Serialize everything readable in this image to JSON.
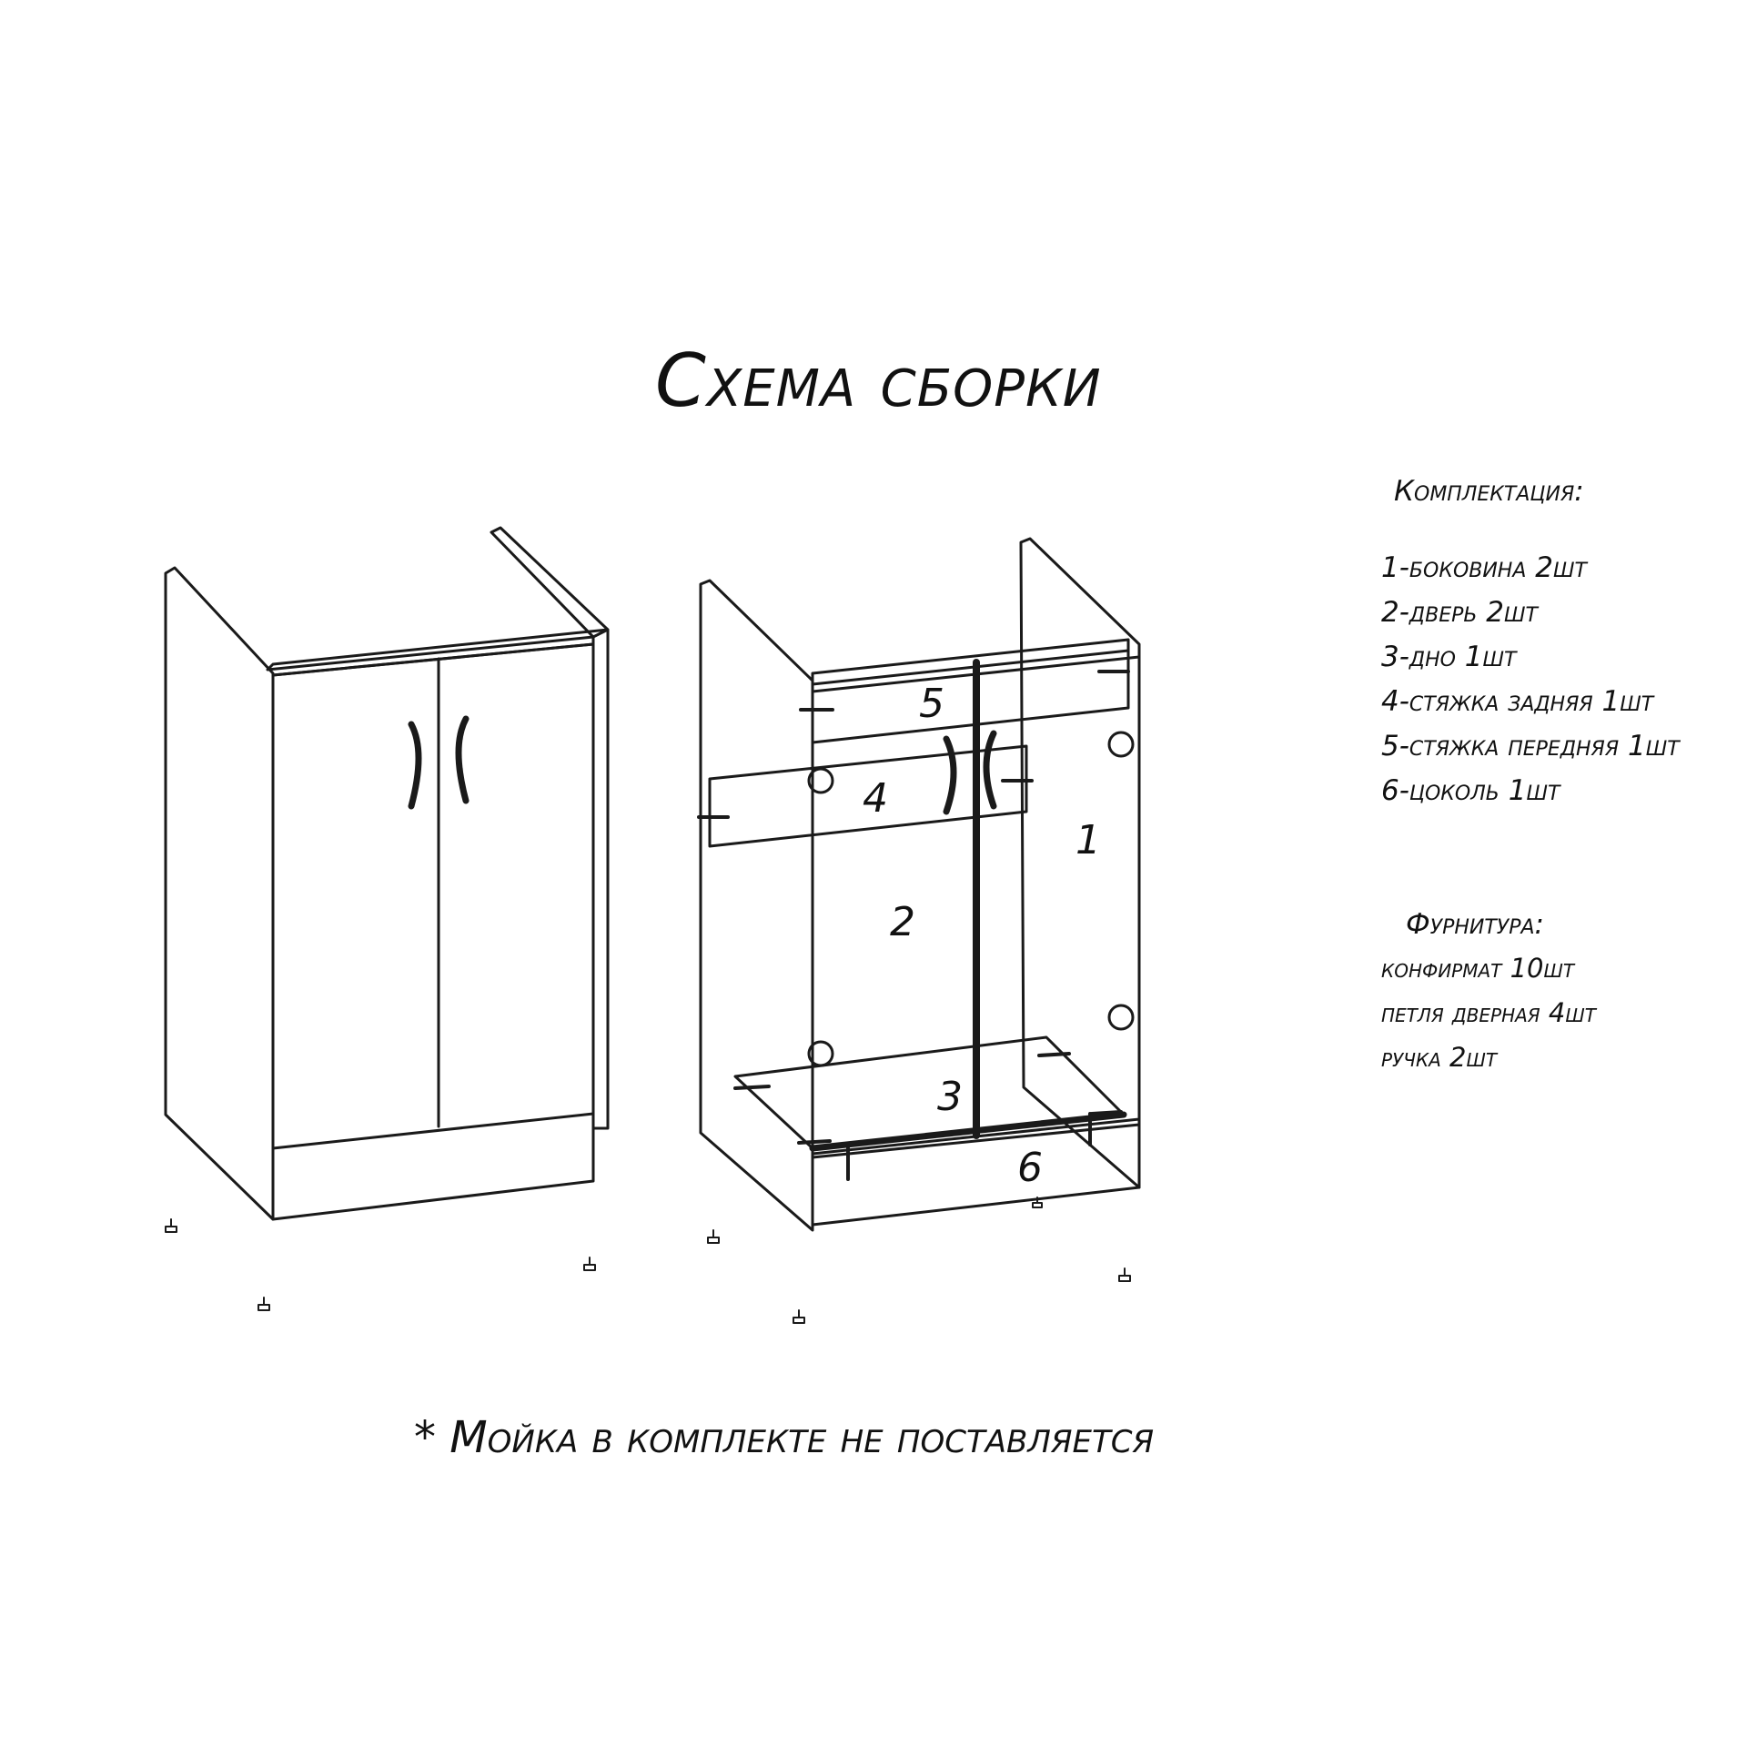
{
  "title": "Схема сборки",
  "kit": {
    "heading": "Комплектация:",
    "items": [
      "1-боковина 2шт",
      "2-дверь 2шт",
      "3-дно 1шт",
      "4-стяжка задняя 1шт",
      "5-стяжка передняя 1шт",
      "6-цоколь 1шт"
    ]
  },
  "hardware": {
    "heading": "Фурнитура:",
    "items": [
      "конфирмат  10шт",
      "петля дверная  4шт",
      "ручка  2шт"
    ]
  },
  "exploded_labels": [
    "1",
    "2",
    "3",
    "4",
    "5",
    "6"
  ],
  "footnote": "* Мойка в комплекте не поставляется"
}
